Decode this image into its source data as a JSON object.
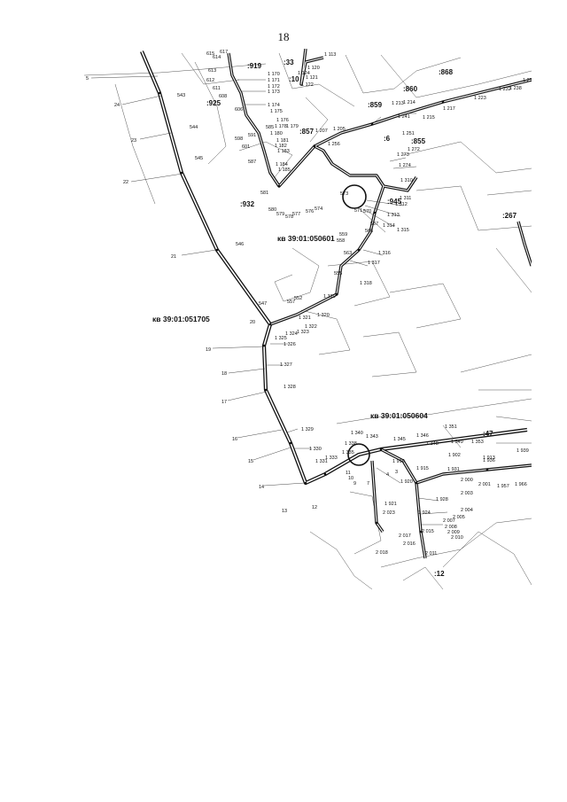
{
  "page": {
    "number": "18"
  },
  "blocks": [
    {
      "id": "b1",
      "label": "кв 39:01:050601"
    },
    {
      "id": "b2",
      "label": "кв 39:01:051705"
    },
    {
      "id": "b3",
      "label": "кв 39:01:050604"
    }
  ],
  "parcels": [
    {
      "id": "p868",
      "label": ":868"
    },
    {
      "id": "p860",
      "label": ":860"
    },
    {
      "id": "p859",
      "label": ":859"
    },
    {
      "id": "p857",
      "label": ":857"
    },
    {
      "id": "p925",
      "label": ":925"
    },
    {
      "id": "p932",
      "label": ":932"
    },
    {
      "id": "p945",
      "label": ":945"
    },
    {
      "id": "p855",
      "label": ":855"
    },
    {
      "id": "p6",
      "label": ":6"
    },
    {
      "id": "p267",
      "label": ":267"
    },
    {
      "id": "p47",
      "label": ":47"
    },
    {
      "id": "p12",
      "label": ":12"
    },
    {
      "id": "p919",
      "label": ":919"
    },
    {
      "id": "p33",
      "label": ":33"
    },
    {
      "id": "p10",
      "label": ":10"
    }
  ],
  "boundary_points": [
    {
      "id": "n5",
      "label": "5"
    },
    {
      "id": "n24",
      "label": "24"
    },
    {
      "id": "n23",
      "label": "23"
    },
    {
      "id": "n22",
      "label": "22"
    },
    {
      "id": "n21",
      "label": "21"
    },
    {
      "id": "n20",
      "label": "20"
    },
    {
      "id": "n19",
      "label": "19"
    },
    {
      "id": "n18",
      "label": "18"
    },
    {
      "id": "n17",
      "label": "17"
    },
    {
      "id": "n16",
      "label": "16"
    },
    {
      "id": "n15",
      "label": "15"
    },
    {
      "id": "n14",
      "label": "14"
    },
    {
      "id": "n13",
      "label": "13"
    },
    {
      "id": "n12",
      "label": "12"
    },
    {
      "id": "n11",
      "label": "11"
    },
    {
      "id": "n10",
      "label": "10"
    },
    {
      "id": "n9",
      "label": "9"
    },
    {
      "id": "n7",
      "label": "7"
    },
    {
      "id": "n4",
      "label": "4"
    },
    {
      "id": "n3",
      "label": "3"
    }
  ],
  "points": [
    {
      "id": "t543",
      "label": "543"
    },
    {
      "id": "t544",
      "label": "544"
    },
    {
      "id": "t545",
      "label": "545"
    },
    {
      "id": "t546",
      "label": "546"
    },
    {
      "id": "t547",
      "label": "547"
    },
    {
      "id": "t552",
      "label": "552"
    },
    {
      "id": "t555",
      "label": "555"
    },
    {
      "id": "t557",
      "label": "557"
    },
    {
      "id": "t558",
      "label": "558"
    },
    {
      "id": "t559",
      "label": "559"
    },
    {
      "id": "t563",
      "label": "563"
    },
    {
      "id": "t566",
      "label": "566"
    },
    {
      "id": "t567",
      "label": "567"
    },
    {
      "id": "t570",
      "label": "570"
    },
    {
      "id": "t571",
      "label": "571"
    },
    {
      "id": "t573",
      "label": "573"
    },
    {
      "id": "t574",
      "label": "574"
    },
    {
      "id": "t576",
      "label": "576"
    },
    {
      "id": "t577",
      "label": "577"
    },
    {
      "id": "t578",
      "label": "578"
    },
    {
      "id": "t579",
      "label": "579"
    },
    {
      "id": "t580",
      "label": "580"
    },
    {
      "id": "t581",
      "label": "581"
    },
    {
      "id": "t585",
      "label": "585"
    },
    {
      "id": "t587",
      "label": "587"
    },
    {
      "id": "t591",
      "label": "591"
    },
    {
      "id": "t598",
      "label": "598"
    },
    {
      "id": "t601",
      "label": "601"
    },
    {
      "id": "t606",
      "label": "606"
    },
    {
      "id": "t608",
      "label": "608"
    },
    {
      "id": "t611",
      "label": "611"
    },
    {
      "id": "t612",
      "label": "612"
    },
    {
      "id": "t613",
      "label": "613"
    },
    {
      "id": "t614",
      "label": "614"
    },
    {
      "id": "t615",
      "label": "615"
    },
    {
      "id": "t617",
      "label": "617"
    },
    {
      "id": "r1113",
      "label": "1 113"
    },
    {
      "id": "r1120",
      "label": "1 120"
    },
    {
      "id": "r1121",
      "label": "1 121"
    },
    {
      "id": "r1122",
      "label": "1 122"
    },
    {
      "id": "r1124",
      "label": "1 124"
    },
    {
      "id": "r1170",
      "label": "1 170"
    },
    {
      "id": "r1171",
      "label": "1 171"
    },
    {
      "id": "r1172",
      "label": "1 172"
    },
    {
      "id": "r1173",
      "label": "1 173"
    },
    {
      "id": "r1174",
      "label": "1 174"
    },
    {
      "id": "r1175",
      "label": "1 175"
    },
    {
      "id": "r1176",
      "label": "1 176"
    },
    {
      "id": "r1178",
      "label": "1 178"
    },
    {
      "id": "r1179",
      "label": "1 179"
    },
    {
      "id": "r1180",
      "label": "1 180"
    },
    {
      "id": "r1181",
      "label": "1 181"
    },
    {
      "id": "r1182",
      "label": "1 182"
    },
    {
      "id": "r1183",
      "label": "1 183"
    },
    {
      "id": "r1184",
      "label": "1 184"
    },
    {
      "id": "r1185",
      "label": "1 185"
    },
    {
      "id": "r1205",
      "label": "1 205"
    },
    {
      "id": "r1207",
      "label": "1 207"
    },
    {
      "id": "r1213",
      "label": "1 213"
    },
    {
      "id": "r1214",
      "label": "1 214"
    },
    {
      "id": "r1215",
      "label": "1 215"
    },
    {
      "id": "r1217",
      "label": "1 217"
    },
    {
      "id": "r1223",
      "label": "1 223"
    },
    {
      "id": "r1232",
      "label": "1 232"
    },
    {
      "id": "r1234",
      "label": "1 234"
    },
    {
      "id": "r1238",
      "label": "1 238"
    },
    {
      "id": "r1241",
      "label": "1 241"
    },
    {
      "id": "r1251",
      "label": "1 251"
    },
    {
      "id": "r1256",
      "label": "1 256"
    },
    {
      "id": "r1272",
      "label": "1 272"
    },
    {
      "id": "r1273",
      "label": "1 273"
    },
    {
      "id": "r1274",
      "label": "1 274"
    },
    {
      "id": "r1310",
      "label": "1 310"
    },
    {
      "id": "r1311",
      "label": "1 311"
    },
    {
      "id": "r1312",
      "label": "1 312"
    },
    {
      "id": "r1313",
      "label": "1 313"
    },
    {
      "id": "r1314",
      "label": "1 314"
    },
    {
      "id": "r1315",
      "label": "1 315"
    },
    {
      "id": "r1316",
      "label": "1 316"
    },
    {
      "id": "r1317",
      "label": "1 317"
    },
    {
      "id": "r1318",
      "label": "1 318"
    },
    {
      "id": "r1319",
      "label": "1 319"
    },
    {
      "id": "r1320",
      "label": "1 320"
    },
    {
      "id": "r1321",
      "label": "1 321"
    },
    {
      "id": "r1322",
      "label": "1 322"
    },
    {
      "id": "r1323",
      "label": "1 323"
    },
    {
      "id": "r1324",
      "label": "1 324"
    },
    {
      "id": "r1325",
      "label": "1 325"
    },
    {
      "id": "r1326",
      "label": "1 326"
    },
    {
      "id": "r1327",
      "label": "1 327"
    },
    {
      "id": "r1328",
      "label": "1 328"
    },
    {
      "id": "r1329",
      "label": "1 329"
    },
    {
      "id": "r1330",
      "label": "1 330"
    },
    {
      "id": "r1331",
      "label": "1 331"
    },
    {
      "id": "r1333",
      "label": "1 333"
    },
    {
      "id": "r1335",
      "label": "1 335"
    },
    {
      "id": "r1338",
      "label": "1 338"
    },
    {
      "id": "r1340",
      "label": "1 340"
    },
    {
      "id": "r1343",
      "label": "1 343"
    },
    {
      "id": "r1345",
      "label": "1 345"
    },
    {
      "id": "r1346",
      "label": "1 346"
    },
    {
      "id": "r1348",
      "label": "1 348"
    },
    {
      "id": "r1349",
      "label": "1 349"
    },
    {
      "id": "r1351",
      "label": "1 351"
    },
    {
      "id": "r1353",
      "label": "1 353"
    },
    {
      "id": "r1902",
      "label": "1 902"
    },
    {
      "id": "r1913",
      "label": "1 913"
    },
    {
      "id": "r1915",
      "label": "1 915"
    },
    {
      "id": "r1919",
      "label": "1 919"
    },
    {
      "id": "r1920",
      "label": "1 920"
    },
    {
      "id": "r1921",
      "label": "1 921"
    },
    {
      "id": "r1924",
      "label": "1 924"
    },
    {
      "id": "r1928",
      "label": "1 928"
    },
    {
      "id": "r1931",
      "label": "1 931"
    },
    {
      "id": "r1936",
      "label": "1 936"
    },
    {
      "id": "r1939",
      "label": "1 939"
    },
    {
      "id": "r1957",
      "label": "1 957"
    },
    {
      "id": "r1966",
      "label": "1 966"
    },
    {
      "id": "r2000",
      "label": "2 000"
    },
    {
      "id": "r2001",
      "label": "2 001"
    },
    {
      "id": "r2003",
      "label": "2 003"
    },
    {
      "id": "r2004",
      "label": "2 004"
    },
    {
      "id": "r2005",
      "label": "2 005"
    },
    {
      "id": "r2007",
      "label": "2 007"
    },
    {
      "id": "r2008",
      "label": "2 008"
    },
    {
      "id": "r2009",
      "label": "2 009"
    },
    {
      "id": "r2010",
      "label": "2 010"
    },
    {
      "id": "r2011",
      "label": "2 011"
    },
    {
      "id": "r2015",
      "label": "2 015"
    },
    {
      "id": "r2016",
      "label": "2 016"
    },
    {
      "id": "r2017",
      "label": "2 017"
    },
    {
      "id": "r2018",
      "label": "2 018"
    },
    {
      "id": "r2023",
      "label": "2 023"
    }
  ]
}
